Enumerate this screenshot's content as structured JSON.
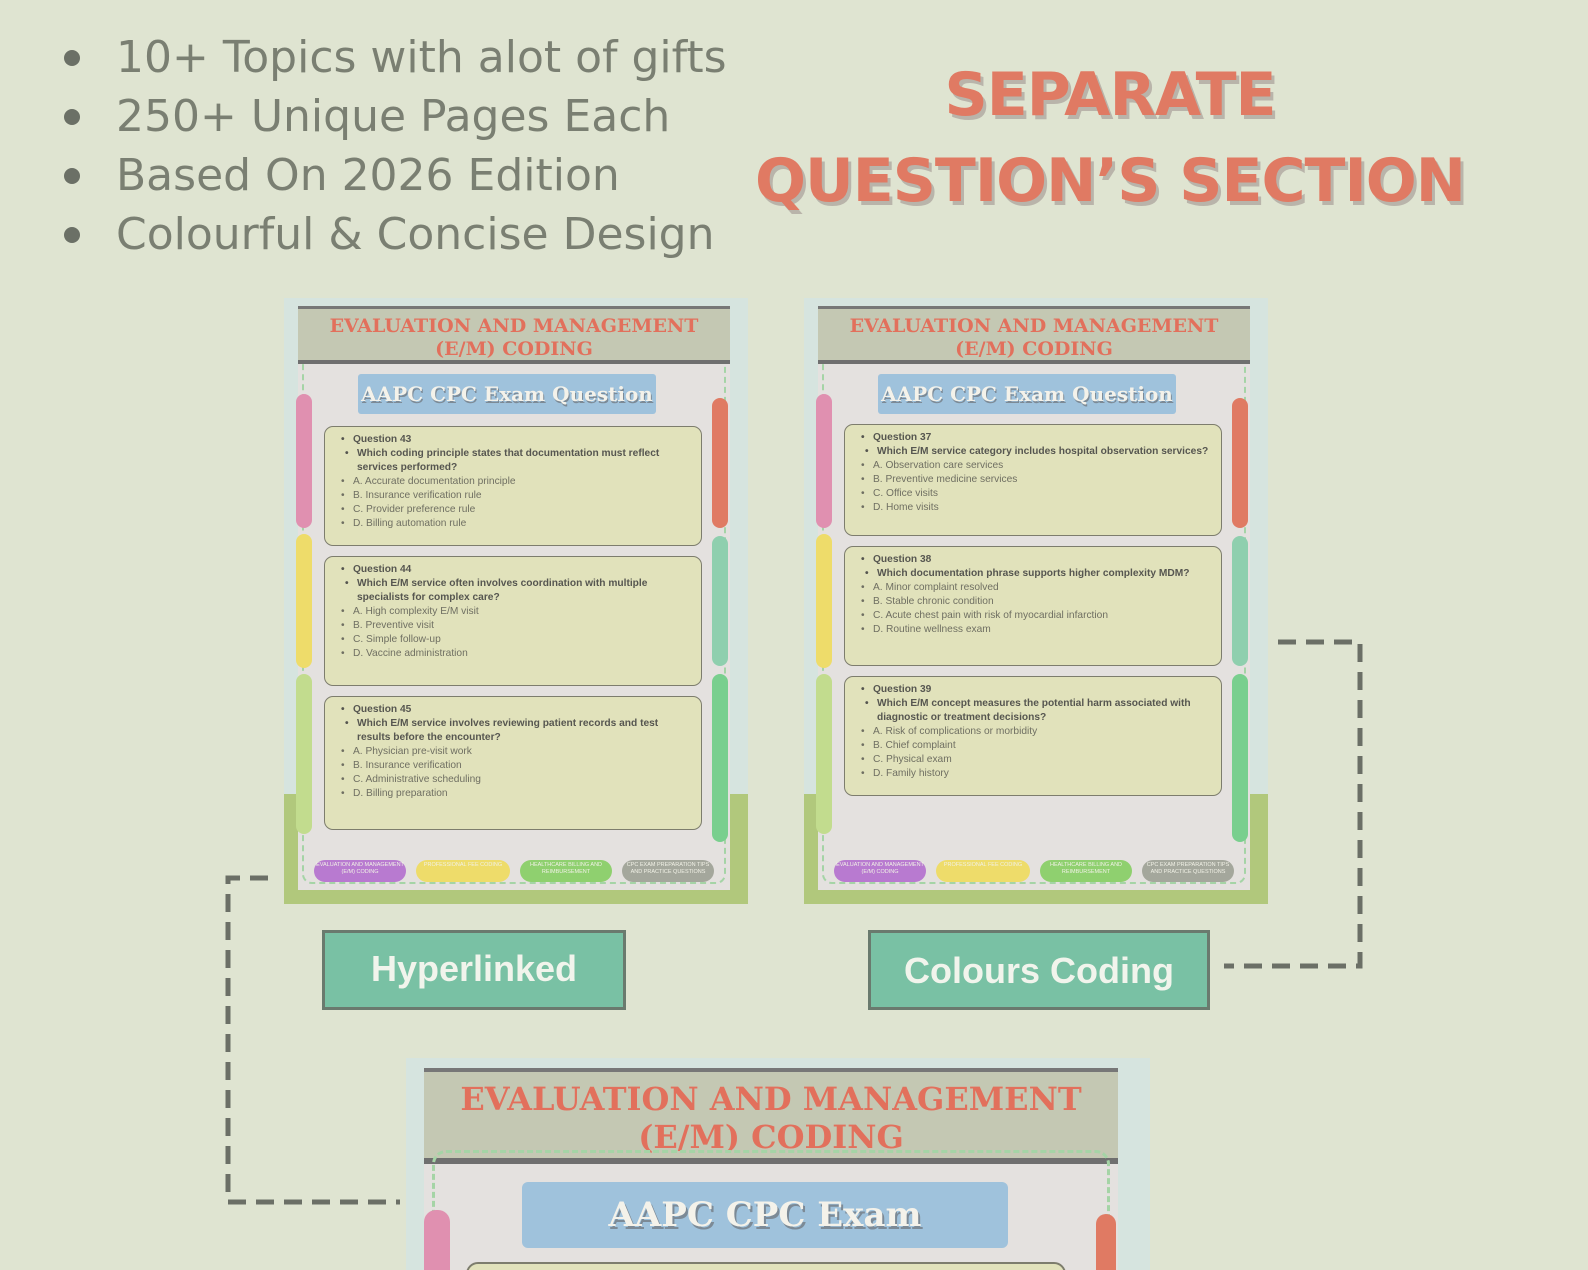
{
  "features": [
    "10+ Topics with alot of gifts",
    "250+ Unique Pages Each",
    "Based On 2026 Edition",
    "Colourful & Concise Design"
  ],
  "headline": {
    "line1": "SEPARATE",
    "line2": "QUESTION’S SECTION"
  },
  "page_title_line1": "EVALUATION AND MANAGEMENT",
  "page_title_line2": "(E/M) CODING",
  "question_badge": "AAPC CPC Exam Question",
  "left_page": {
    "questions": [
      {
        "number": "Question 43",
        "text": "Which coding principle states that documentation must reflect services performed?",
        "options": [
          "A. Accurate documentation principle",
          "B. Insurance verification rule",
          "C. Provider preference rule",
          "D. Billing automation rule"
        ]
      },
      {
        "number": "Question 44",
        "text": "Which E/M service often involves coordination with multiple specialists for complex care?",
        "options": [
          "A. High complexity E/M visit",
          "B. Preventive visit",
          "C. Simple follow-up",
          "D. Vaccine administration"
        ]
      },
      {
        "number": "Question 45",
        "text": "Which E/M service involves reviewing patient records and test results before the encounter?",
        "options": [
          "A. Physician pre-visit work",
          "B. Insurance verification",
          "C. Administrative scheduling",
          "D. Billing preparation"
        ]
      }
    ]
  },
  "right_page": {
    "questions": [
      {
        "number": "Question 37",
        "text": "Which E/M service category includes hospital observation services?",
        "options": [
          "A. Observation care services",
          "B. Preventive medicine services",
          "C. Office visits",
          "D. Home visits"
        ]
      },
      {
        "number": "Question 38",
        "text": "Which documentation phrase supports higher complexity MDM?",
        "options": [
          "A. Minor complaint resolved",
          "B. Stable chronic condition",
          "C. Acute chest pain with risk of myocardial infarction",
          "D. Routine wellness exam"
        ]
      },
      {
        "number": "Question 39",
        "text": "Which E/M concept measures the potential harm associated with diagnostic or treatment decisions?",
        "options": [
          "A. Risk of complications or morbidity",
          "B. Chief complaint",
          "C. Physical exam",
          "D. Family history"
        ]
      }
    ]
  },
  "footer_tabs": [
    {
      "label": "EVALUATION AND MANAGEMENT (E/M) CODING",
      "color": "#b87ad0"
    },
    {
      "label": "PROFESSIONAL FEE CODING",
      "color": "#eedc6a"
    },
    {
      "label": "HEALTHCARE BILLING AND REIMBURSEMENT",
      "color": "#8fd06f"
    },
    {
      "label": "CPC EXAM PREPARATION TIPS AND PRACTICE QUESTIONS",
      "color": "#a4a79c"
    }
  ],
  "buttons": {
    "hyperlinked": "Hyperlinked",
    "colours_coding": "Colours Coding"
  },
  "colors": {
    "background": "#dfe4d1",
    "headline": "#e07a63",
    "button": "#79c1a4",
    "dashes": "#6b6f66"
  }
}
